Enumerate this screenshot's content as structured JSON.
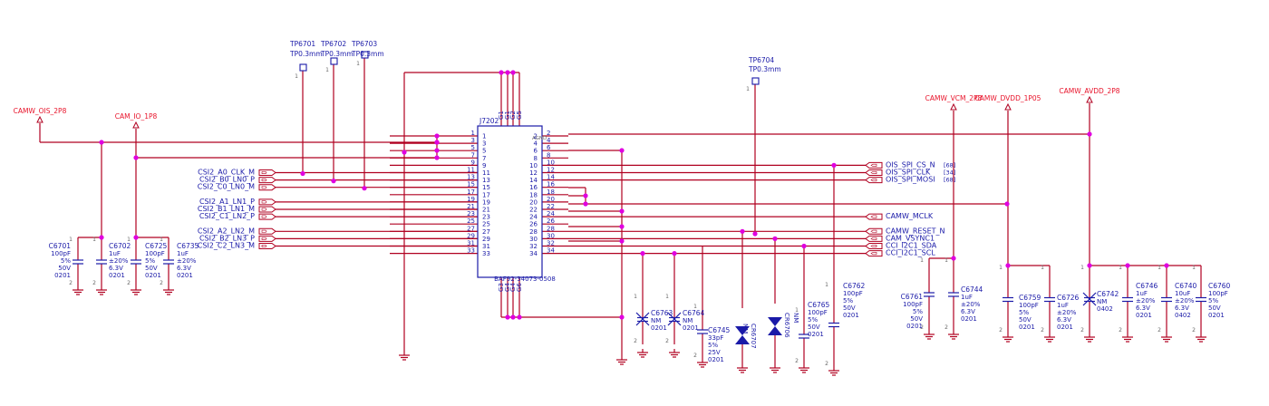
{
  "power_ports": [
    "CAMW_OIS_2P8",
    "CAM_IO_1P8",
    "CAMW_VCM_2P8",
    "CAMW_DVDD_1P05",
    "CAMW_AVDD_2P8"
  ],
  "test_points": [
    {
      "ref": "TP6701",
      "value": "TP0.3mm",
      "pin": "1"
    },
    {
      "ref": "TP6702",
      "value": "TP0.3mm",
      "pin": "1"
    },
    {
      "ref": "TP6703",
      "value": "TP0.3mm",
      "pin": "1"
    },
    {
      "ref": "TP6704",
      "value": "TP0.3mm",
      "pin": "1"
    }
  ],
  "connector": {
    "ref": "J7202",
    "part": "BAF92-34073-0508",
    "agnd": "AGND",
    "left_ext": [
      "1",
      "3",
      "5",
      "7",
      "9",
      "11",
      "13",
      "15",
      "17",
      "19",
      "21",
      "23",
      "25",
      "27",
      "29",
      "31",
      "33"
    ],
    "left_int": [
      "1",
      "3",
      "5",
      "7",
      "9",
      "11",
      "13",
      "15",
      "17",
      "19",
      "21",
      "23",
      "25",
      "27",
      "29",
      "31",
      "33"
    ],
    "right_ext": [
      "2",
      "4",
      "6",
      "8",
      "10",
      "12",
      "14",
      "16",
      "18",
      "20",
      "22",
      "24",
      "26",
      "28",
      "30",
      "32",
      "34"
    ],
    "right_int": [
      "2",
      "4",
      "6",
      "8",
      "10",
      "12",
      "14",
      "16",
      "18",
      "20",
      "22",
      "24",
      "26",
      "28",
      "30",
      "32",
      "34"
    ],
    "top_pins": [
      "G1",
      "G1",
      "G2",
      "G5"
    ],
    "bottom_pins": [
      "G3",
      "G4",
      "G4",
      "G6"
    ]
  },
  "left_nets": [
    "CSI2_A0_CLK_M",
    "CSI2_B0_LN0_P",
    "CSI2_C0_LN0_M",
    "CSI2_A1_LN1_P",
    "CSI2_B1_LN1_M",
    "CSI2_C1_LN2_P",
    "CSI2_A2_LN2_M",
    "CSI2_B2_LN3_P",
    "CSI2_C2_LN3_M"
  ],
  "right_nets": [
    {
      "name": "OIS_SPI_CS_N",
      "page": "[68]"
    },
    {
      "name": "OIS_SPI_CLK",
      "page": "[34]"
    },
    {
      "name": "OIS_SPI_MOSI",
      "page": "[68]"
    },
    {
      "name": "CAMW_MCLK",
      "page": ""
    },
    {
      "name": "CAMW_RESET_N",
      "page": ""
    },
    {
      "name": "CAM_VSYNC1",
      "page": ""
    },
    {
      "name": "CCI_I2C1_SDA",
      "page": ""
    },
    {
      "name": "CCI_I2C1_SCL",
      "page": ""
    }
  ],
  "components": [
    {
      "ref": "C6701",
      "lines": [
        "100pF",
        "5%",
        "50V",
        "0201"
      ]
    },
    {
      "ref": "C6702",
      "lines": [
        "1uF",
        "±20%",
        "6.3V",
        "0201"
      ]
    },
    {
      "ref": "C6725",
      "lines": [
        "100pF",
        "5%",
        "50V",
        "0201"
      ]
    },
    {
      "ref": "C6735",
      "lines": [
        "1uF",
        "±20%",
        "6.3V",
        "0201"
      ]
    },
    {
      "ref": "C6763",
      "lines": [
        "NM",
        "0201"
      ]
    },
    {
      "ref": "C6764",
      "lines": [
        "NM",
        "0201"
      ]
    },
    {
      "ref": "C6745",
      "lines": [
        "33pF",
        "5%",
        "25V",
        "0201"
      ]
    },
    {
      "ref": "CR6707",
      "lines": [
        "NM"
      ]
    },
    {
      "ref": "CR6706",
      "lines": [
        "NM"
      ]
    },
    {
      "ref": "C6765",
      "lines": [
        "100pF",
        "5%",
        "50V",
        "0201"
      ]
    },
    {
      "ref": "C6762",
      "lines": [
        "100pF",
        "5%",
        "50V",
        "0201"
      ]
    },
    {
      "ref": "C6761",
      "lines": [
        "100pF",
        "5%",
        "50V",
        "0201"
      ]
    },
    {
      "ref": "C6744",
      "lines": [
        "1uF",
        "±20%",
        "6.3V",
        "0201"
      ]
    },
    {
      "ref": "C6759",
      "lines": [
        "100pF",
        "5%",
        "50V",
        "0201"
      ]
    },
    {
      "ref": "C6726",
      "lines": [
        "1uF",
        "±20%",
        "6.3V",
        "0201"
      ]
    },
    {
      "ref": "C6742",
      "lines": [
        "NM",
        "0402"
      ]
    },
    {
      "ref": "C6746",
      "lines": [
        "1uF",
        "±20%",
        "6.3V",
        "0201"
      ]
    },
    {
      "ref": "C6740",
      "lines": [
        "10uF",
        "±20%",
        "6.3V",
        "0402"
      ]
    },
    {
      "ref": "C6760",
      "lines": [
        "100pF",
        "5%",
        "50V",
        "0201"
      ]
    }
  ],
  "pin_labels": [
    "1",
    "2"
  ],
  "colors": {
    "wire": "#b00020",
    "body": "#1a1aa8",
    "power": "#e8132a",
    "junction": "#e000e0"
  }
}
